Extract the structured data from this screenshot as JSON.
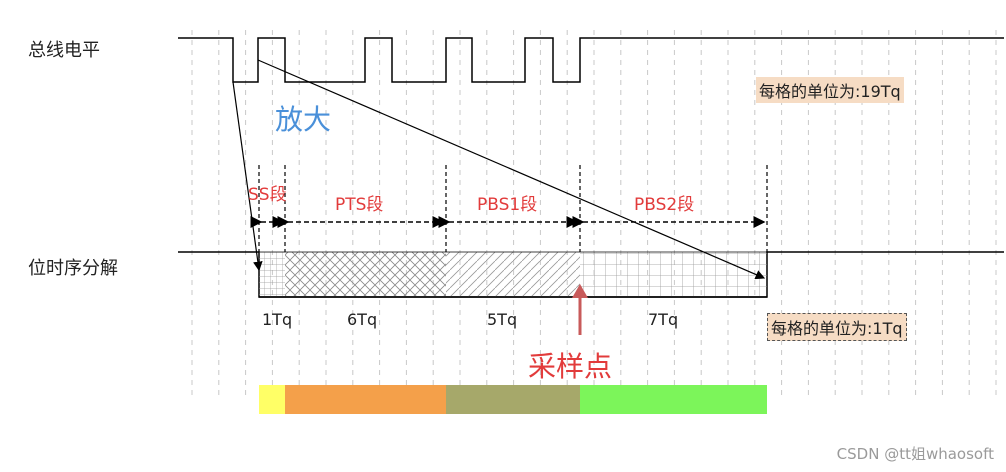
{
  "labels": {
    "bus_level": "总线电平",
    "bit_timing": "位时序分解",
    "zoom": "放大",
    "sample_point": "采样点",
    "unit_top": "每格的单位为:19Tq",
    "unit_bottom": "每格的单位为:1Tq",
    "watermark": "CSDN @tt姐whaosoft"
  },
  "segments": [
    {
      "name": "SS段",
      "tq": "1Tq",
      "color": "#ffff66"
    },
    {
      "name": "PTS段",
      "tq": "6Tq",
      "color": "#f4a04a"
    },
    {
      "name": "PBS1段",
      "tq": "5Tq",
      "color": "#a6a86a"
    },
    {
      "name": "PBS2段",
      "tq": "7Tq",
      "color": "#7cf55a"
    }
  ],
  "colors": {
    "segment_label": "#e23b3b",
    "zoom_text": "#4a90d9",
    "sample_arrow": "#c85a5a",
    "unit_box_bg": "#f6dcc4"
  }
}
